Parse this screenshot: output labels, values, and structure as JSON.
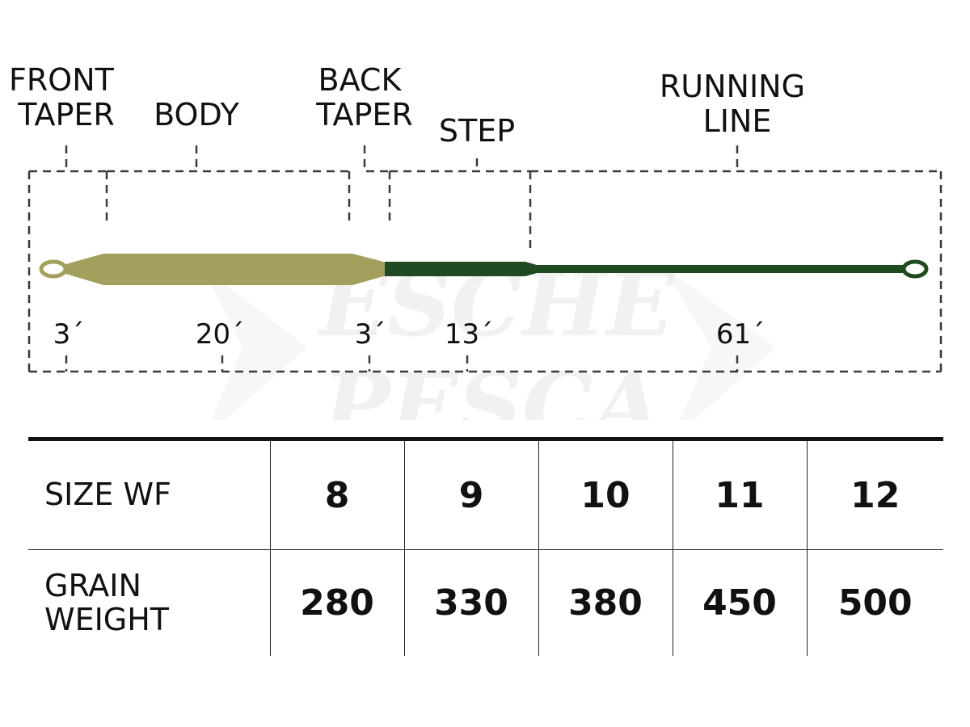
{
  "segments": [
    {
      "id": "front-taper",
      "label_lines": [
        "FRONT",
        "TAPER"
      ],
      "length": "3´"
    },
    {
      "id": "body",
      "label_lines": [
        "BODY"
      ],
      "length": "20´"
    },
    {
      "id": "back-taper",
      "label_lines": [
        "BACK",
        "TAPER"
      ],
      "length": "3´"
    },
    {
      "id": "step",
      "label_lines": [
        "STEP"
      ],
      "length": "13´"
    },
    {
      "id": "running-line",
      "label_lines": [
        "RUNNING",
        "LINE"
      ],
      "length": "61´"
    }
  ],
  "watermark": {
    "line1": "ESCHE",
    "line2": "PESCA"
  },
  "colors": {
    "head": "#a3a05d",
    "running_line": "#1f4a22",
    "ink": "#111111"
  },
  "table": {
    "rows": [
      {
        "id": "size",
        "header_lines": [
          "SIZE WF"
        ],
        "values": [
          "8",
          "9",
          "10",
          "11",
          "12"
        ]
      },
      {
        "id": "grain",
        "header_lines": [
          "GRAIN",
          "WEIGHT"
        ],
        "values": [
          "280",
          "330",
          "380",
          "450",
          "500"
        ]
      }
    ]
  }
}
